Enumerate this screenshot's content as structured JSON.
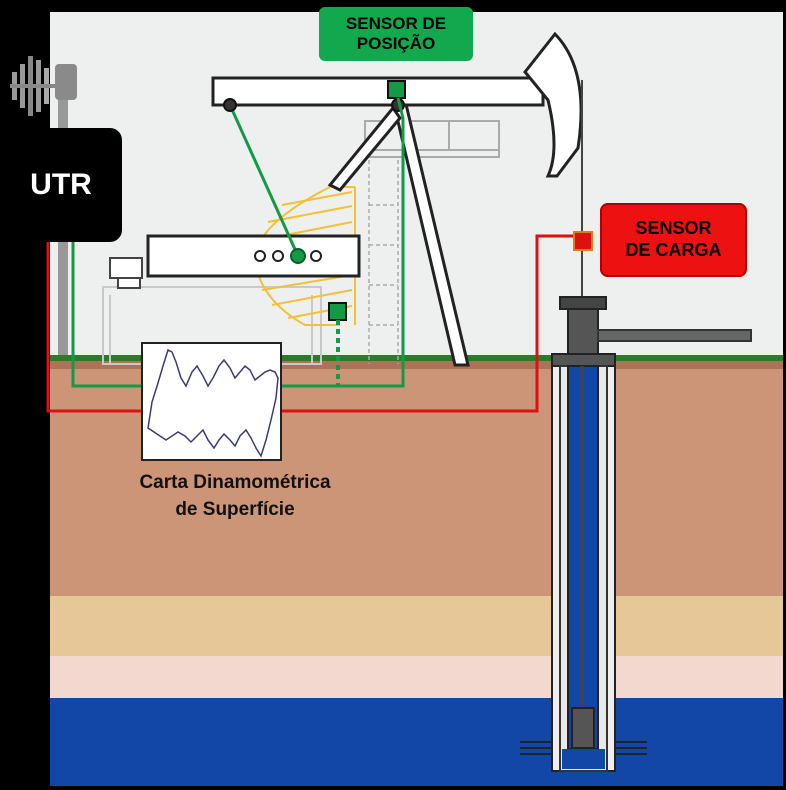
{
  "labels": {
    "sensor_posicao": [
      "SENSOR DE",
      "POSIÇÃO"
    ],
    "sensor_carga": [
      "SENSOR",
      "DE CARGA"
    ],
    "utr": "UTR",
    "carta_caption": [
      "Carta Dinamométrica",
      "de Superfície"
    ]
  },
  "colors": {
    "sky": "#eef0f0",
    "soil_brown": "#cd9577",
    "soil_sand": "#e6c797",
    "soil_pink": "#f2d8cf",
    "water_blue": "#1247a8",
    "grass": "#2f7a2a",
    "signal_green": "#139a44",
    "signal_red": "#dd1111",
    "counterweight_yellow": "#f2c135"
  },
  "icons": [
    "antenna-icon",
    "camera-icon"
  ]
}
